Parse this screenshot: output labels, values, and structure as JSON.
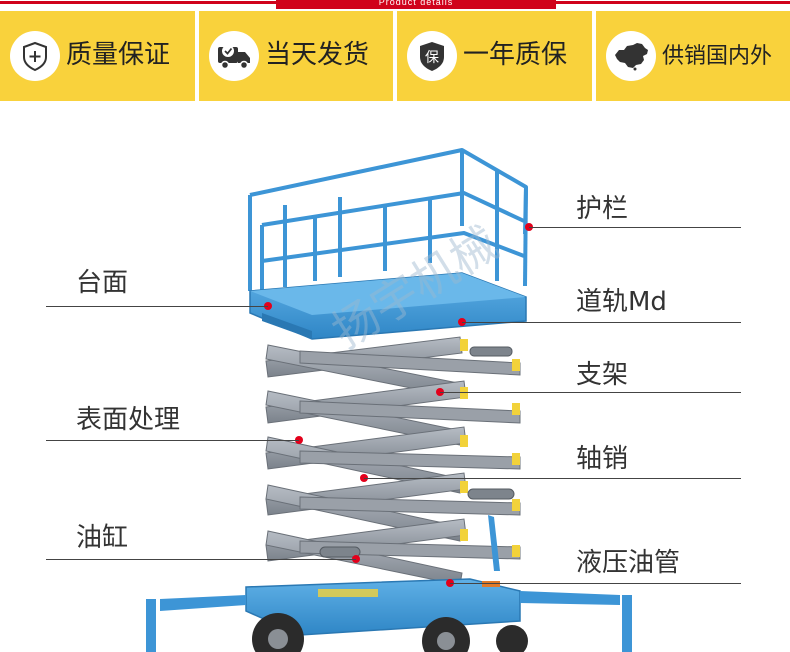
{
  "header": {
    "tab_text": "Product details",
    "accent_color": "#d0021b"
  },
  "badges": [
    {
      "label": "质量保证",
      "icon": "shield-plus-icon"
    },
    {
      "label": "当天发货",
      "icon": "delivery-truck-icon"
    },
    {
      "label": "一年质保",
      "icon": "warranty-shield-icon",
      "icon_text": "保"
    },
    {
      "label": "供销国内外",
      "icon": "china-map-icon"
    }
  ],
  "badge_color": "#f9d23c",
  "product": {
    "watermark": "扬宇机械",
    "body_color": "#4a9fd8",
    "arm_color": "#8a9098"
  },
  "callouts": {
    "left": [
      {
        "label": "台面"
      },
      {
        "label": "表面处理"
      },
      {
        "label": "油缸"
      }
    ],
    "right": [
      {
        "label": "护栏"
      },
      {
        "label": "道轨Md"
      },
      {
        "label": "支架"
      },
      {
        "label": "轴销"
      },
      {
        "label": "液压油管"
      }
    ]
  },
  "marker_color": "#e3001b"
}
